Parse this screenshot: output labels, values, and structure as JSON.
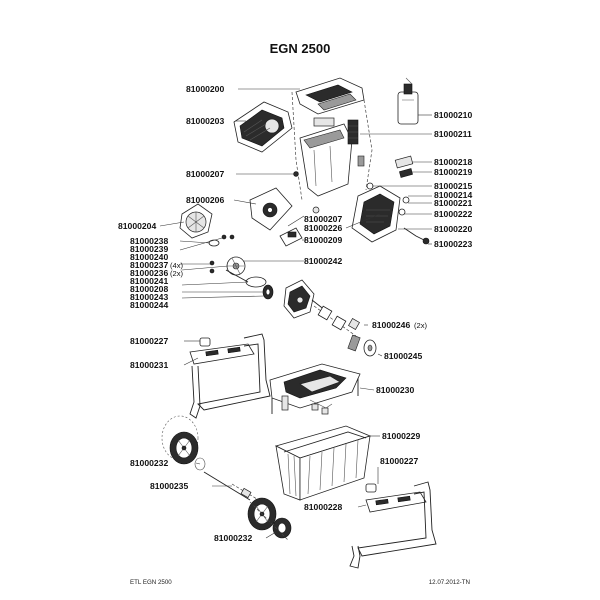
{
  "title": "EGN 2500",
  "footer": {
    "left": "ETL EGN 2500",
    "right": "12.07.2012-TN"
  },
  "parts": {
    "p200": "81000200",
    "p203": "81000203",
    "p207a": "81000207",
    "p207b": "81000207",
    "p206": "81000206",
    "p204": "81000204",
    "p238": "81000238",
    "p239": "81000239",
    "p240": "81000240",
    "p237": "81000237",
    "p236": "81000236",
    "p241": "81000241",
    "p208": "81000208",
    "p243": "81000243",
    "p244": "81000244",
    "p210": "81000210",
    "p211": "81000211",
    "p218": "81000218",
    "p219": "81000219",
    "p215": "81000215",
    "p214": "81000214",
    "p221": "81000221",
    "p222": "81000222",
    "p226": "81000226",
    "p220": "81000220",
    "p209": "81000209",
    "p223": "81000223",
    "p242": "81000242",
    "p246": "81000246",
    "p227a": "81000227",
    "p231": "81000231",
    "p245": "81000245",
    "p230": "81000230",
    "p229": "81000229",
    "p227b": "81000227",
    "p232a": "81000232",
    "p235": "81000235",
    "p228": "81000228",
    "p232b": "81000232"
  },
  "qty": {
    "q237": "(4x)",
    "q236": "(2x)",
    "q246": "(2x)"
  }
}
